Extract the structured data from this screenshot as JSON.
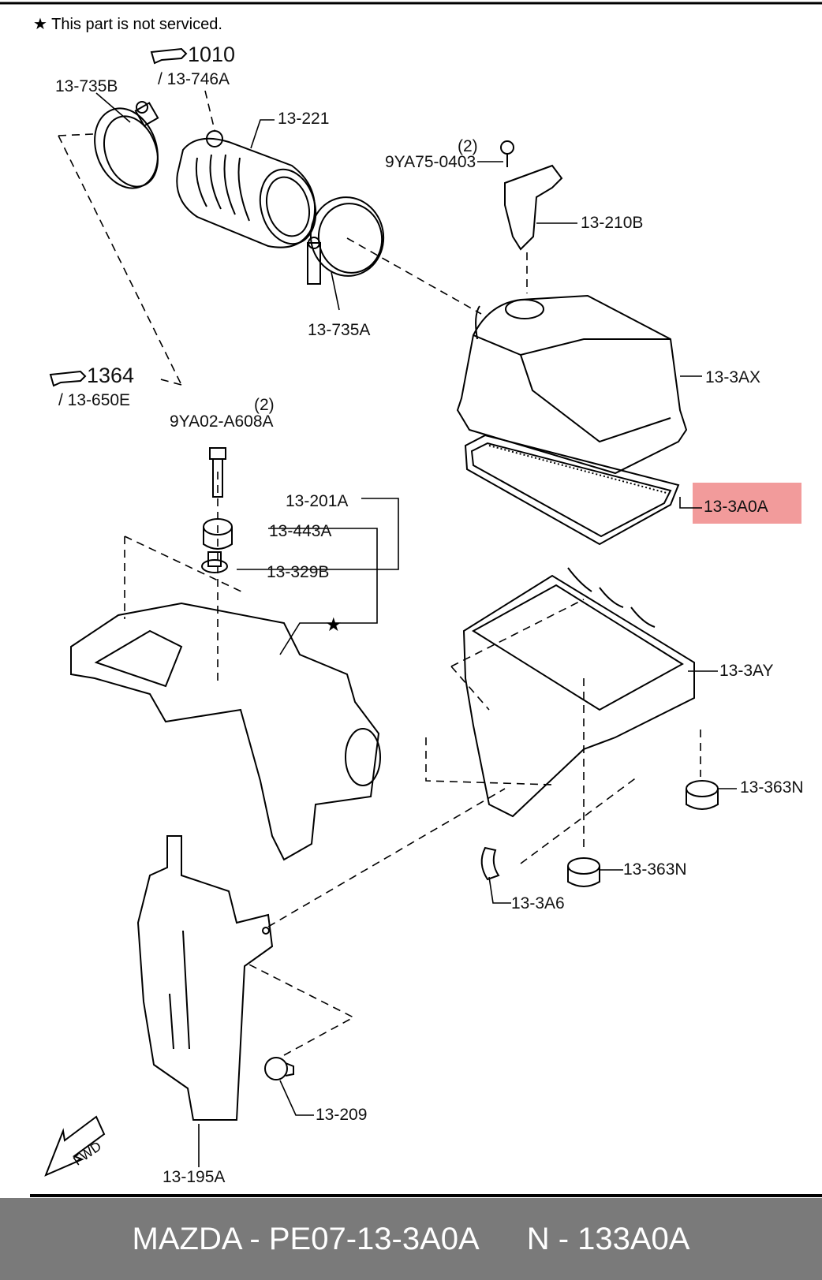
{
  "note": {
    "star": "★",
    "text": "This part is not serviced."
  },
  "refs": {
    "ref_1010": {
      "num": "1010",
      "sub": "/ 13-746A"
    },
    "ref_1364": {
      "num": "1364",
      "sub": "/ 13-650E"
    }
  },
  "labels": {
    "p13_735B": "13-735B",
    "p13_221": "13-221",
    "p9YA75_qty": "(2)",
    "p9YA75": "9YA75-0403",
    "p13_210B": "13-210B",
    "p13_735A": "13-735A",
    "p13_3AX": "13-3AX",
    "p9YA02_qty": "(2)",
    "p9YA02": "9YA02-A608A",
    "p13_201A": "13-201A",
    "p13_3A0A": "13-3A0A",
    "p13_443A": "13-443A",
    "p13_329B": "13-329B",
    "p13_3AY": "13-3AY",
    "p13_363N_a": "13-363N",
    "p13_363N_b": "13-363N",
    "p13_3A6": "13-3A6",
    "p13_209": "13-209",
    "p13_195A": "13-195A",
    "fwd": "FWD"
  },
  "highlight": {
    "part": "13-3A0A",
    "color": "#f08a8a"
  },
  "footer": {
    "left": "MAZDA - PE07-13-3A0A",
    "right": "N - 133A0A",
    "bg": "#7a7a7a"
  }
}
